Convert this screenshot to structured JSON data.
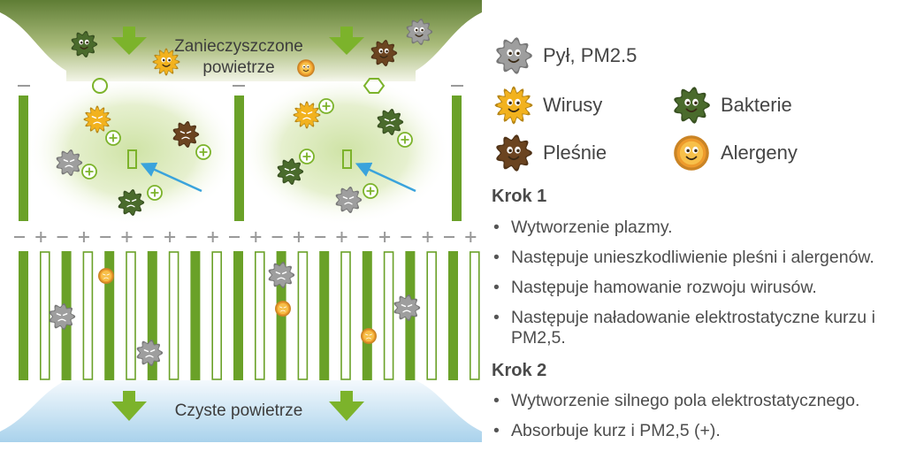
{
  "diagram": {
    "top_label_line1": "Zanieczyszczone",
    "top_label_line2": "powietrze",
    "bottom_label": "Czyste powietrze",
    "colors": {
      "dust": "#9e9e9e",
      "virus": "#f2b21e",
      "bacteria": "#4a6b2c",
      "mold": "#6b4420",
      "allergen": "#ee9b2c",
      "bar": "#6aa128",
      "arrow": "#7cb32b",
      "pointer": "#3aa3dc"
    }
  },
  "legend": [
    {
      "key": "dust",
      "label": "Pył, PM2.5",
      "icon": "dust-particle-icon"
    },
    {
      "key": "virus",
      "label": "Wirusy",
      "icon": "virus-particle-icon"
    },
    {
      "key": "bacteria",
      "label": "Bakterie",
      "icon": "bacteria-particle-icon"
    },
    {
      "key": "mold",
      "label": "Pleśnie",
      "icon": "mold-particle-icon"
    },
    {
      "key": "allergen",
      "label": "Alergeny",
      "icon": "allergen-particle-icon"
    }
  ],
  "steps": [
    {
      "title": "Krok 1",
      "bullets": [
        "Wytworzenie plazmy.",
        "Następuje unieszkodliwienie pleśni i alergenów.",
        "Następuje hamowanie rozwoju wirusów.",
        "Następuje naładowanie elektrostatyczne kurzu i PM2,5."
      ]
    },
    {
      "title": "Krok 2",
      "bullets": [
        "Wytworzenie silnego pola elektrostatycznego.",
        "Absorbuje kurz i PM2,5 (+)."
      ]
    }
  ]
}
